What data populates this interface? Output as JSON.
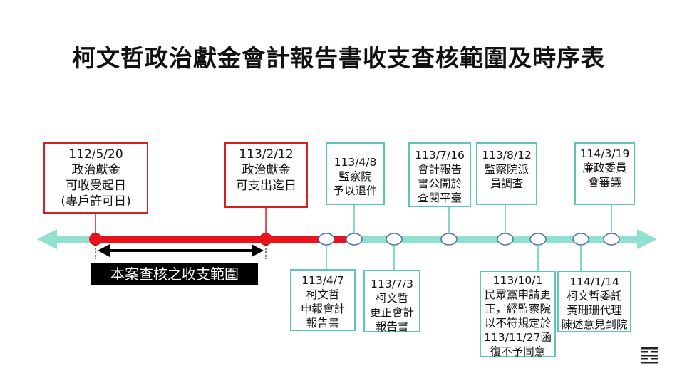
{
  "title": "柯文哲政治獻金會計報告書收支查核範圍及時序表",
  "scope_label": "本案查核之收支範圍",
  "colors": {
    "scope": "#e8141b",
    "timeline": "#8fe0cf",
    "box_red": "#d62020",
    "box_teal": "#5cc7b6"
  },
  "events_above": [
    {
      "text": "112/5/20\n政治獻金\n可收受起日\n(專戶許可日)",
      "style": "red"
    },
    {
      "text": "113/2/12\n政治獻金\n可支出迄日",
      "style": "red"
    },
    {
      "text": "113/4/8\n監察院\n予以退件",
      "style": "teal"
    },
    {
      "text": "113/7/16\n會計報告\n書公開於\n查閱平臺",
      "style": "teal"
    },
    {
      "text": "113/8/12\n監察院派\n員調查",
      "style": "teal"
    },
    {
      "text": "114/3/19\n廉政委員\n會審議",
      "style": "teal"
    }
  ],
  "events_below": [
    {
      "text": "113/4/7\n柯文哲\n申報會計\n報告書",
      "style": "teal"
    },
    {
      "text": "113/7/3\n柯文哲\n更正會計\n報告書",
      "style": "teal"
    },
    {
      "text": "113/10/1\n民眾黨申請更\n正，經監察院\n以不符規定於\n113/11/27函\n復不予同意",
      "style": "teal"
    },
    {
      "text": "114/1/14\n柯文哲委託\n黃珊珊代理\n陳述意見到院",
      "style": "teal"
    }
  ],
  "logo_icon": "monitoring-bureau-logo-icon"
}
